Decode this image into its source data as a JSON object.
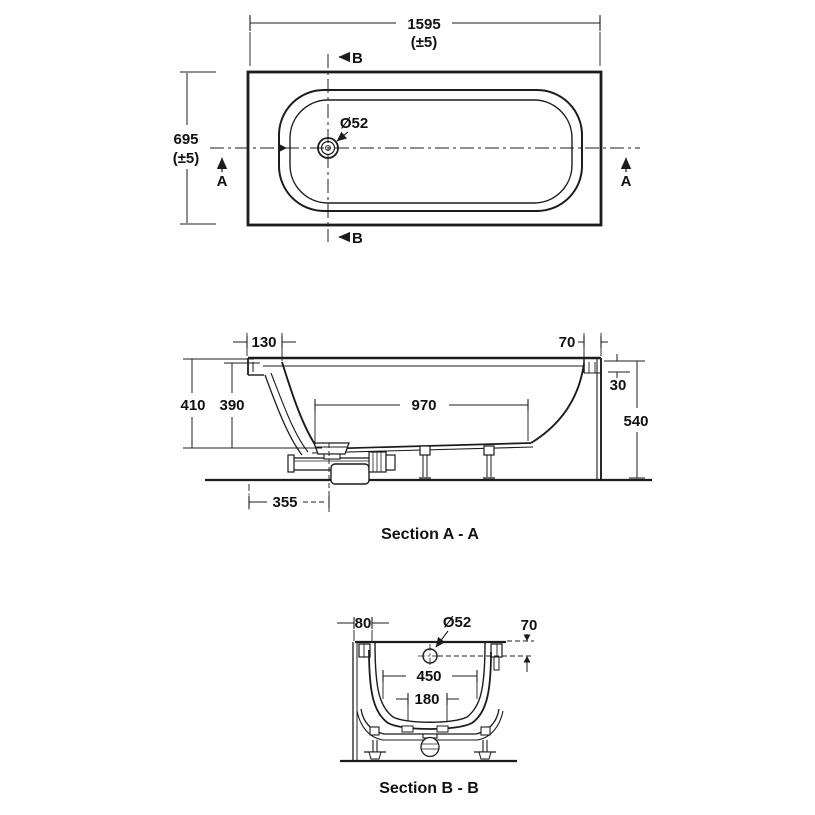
{
  "colors": {
    "line": "#1c1c1c",
    "background": "#ffffff",
    "text": "#111111"
  },
  "plan_view": {
    "length": "1595",
    "length_tolerance": "(±5)",
    "width": "695",
    "width_tolerance": "(±5)",
    "drain_diameter": "Ø52",
    "section_a_label": "A",
    "section_b_label": "B"
  },
  "section_aa": {
    "title": "Section A - A",
    "rim_width_left": "130",
    "rim_width_right": "70",
    "rim_step": "30",
    "overall_height": "540",
    "depth_outer": "410",
    "depth_inner": "390",
    "flat_bottom_length": "970",
    "drain_offset": "355"
  },
  "section_bb": {
    "title": "Section B - B",
    "rim_width_left": "80",
    "drain_diameter": "Ø52",
    "drain_center_depth": "70",
    "width_mid": "450",
    "width_bottom": "180"
  }
}
